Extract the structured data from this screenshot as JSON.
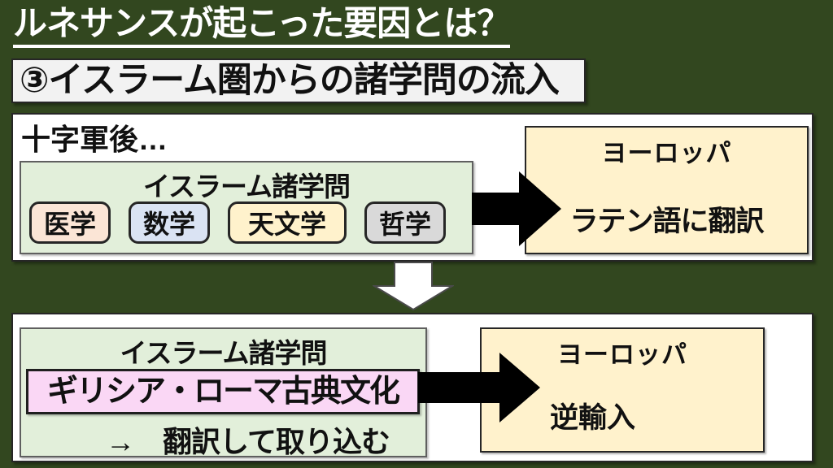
{
  "colors": {
    "background": "#32471F",
    "panel": "#FFFFFF",
    "subtitle_bg": "#F2F2F2",
    "islam_box": "#E2EFDA",
    "europe_box": "#FFF2CC",
    "highlight_box": "#FAD7F5",
    "arrow_black": "#000000",
    "arrow_white": "#FFFFFF",
    "title_text": "#FFFFFF",
    "body_text": "#111111"
  },
  "title": {
    "text": "ルネサンスが起こった要因とは？"
  },
  "subtitle": {
    "text": "③イスラーム圏からの諸学問の流入"
  },
  "stage1": {
    "label": "十字軍後…",
    "islam_box": {
      "title": "イスラーム諸学問",
      "fields": [
        {
          "label": "医学",
          "color": "#FBE5D6"
        },
        {
          "label": "数学",
          "color": "#DAE3F3"
        },
        {
          "label": "天文学",
          "color": "#FFF2CC"
        },
        {
          "label": "哲学",
          "color": "#D9D9D9"
        }
      ]
    },
    "europe_box": {
      "title": "ヨーロッパ",
      "body": "ラテン語に翻訳"
    }
  },
  "stage2": {
    "islam_box": {
      "title": "イスラーム諸学問",
      "highlight": "ギリシア・ローマ古典文化",
      "note": "→　翻訳して取り込む"
    },
    "europe_box": {
      "title": "ヨーロッパ",
      "body": "逆輸入"
    }
  }
}
